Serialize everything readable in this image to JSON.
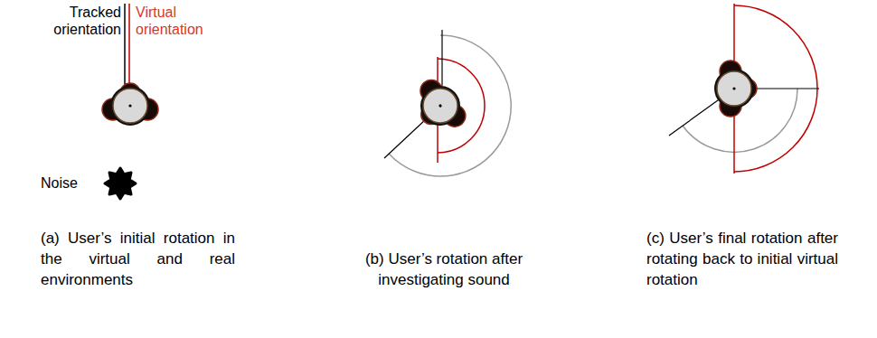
{
  "diagram": {
    "labels": [
      "Tracked orientation",
      "Virtual orientation",
      "Noise",
      "(a) User’s initial rotation in the virtual and real environments",
      "(b) User’s rotation after investigating sound",
      "(c) User’s final rotation after rotating back to initial virtual rotation"
    ]
  }
}
